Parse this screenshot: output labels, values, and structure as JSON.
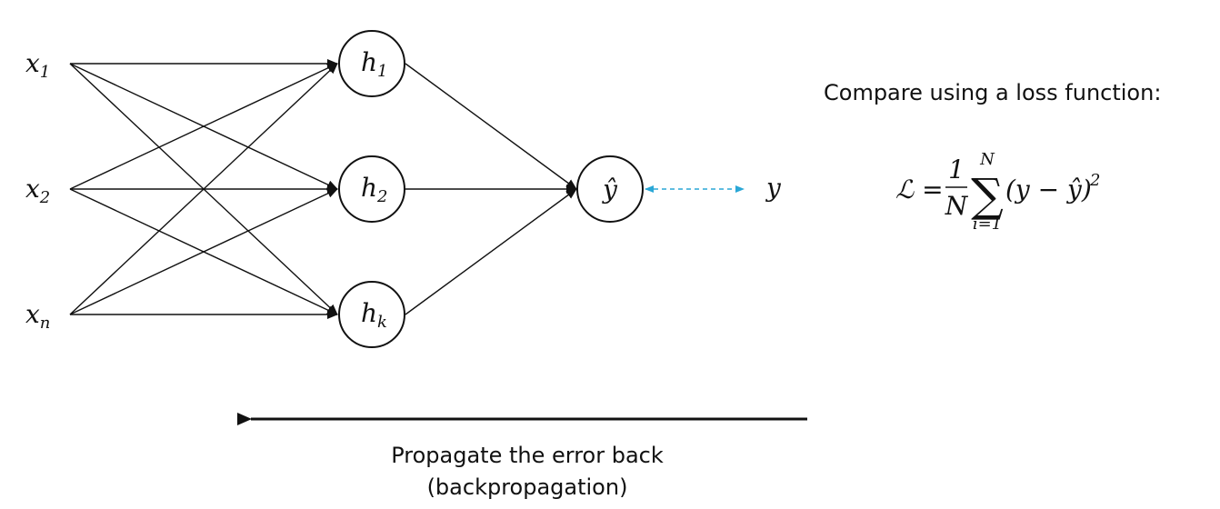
{
  "inputs": [
    {
      "base": "x",
      "sub": "1"
    },
    {
      "base": "x",
      "sub": "2"
    },
    {
      "base": "x",
      "sub": "n"
    }
  ],
  "hidden": [
    {
      "base": "h",
      "sub": "1"
    },
    {
      "base": "h",
      "sub": "2"
    },
    {
      "base": "h",
      "sub": "k"
    }
  ],
  "output": {
    "label": "ŷ"
  },
  "target": {
    "label": "y"
  },
  "loss": {
    "title": "Compare using a loss function:",
    "lhs": "ℒ =",
    "frac_num": "1",
    "frac_den": "N",
    "sum_upper": "N",
    "sum_lower": "i=1",
    "sum_symbol": "∑",
    "term": "(y − ŷ)",
    "exponent": "2"
  },
  "backprop": {
    "line1": "Propagate the error back",
    "line2": "(backpropagation)"
  },
  "colors": {
    "line": "#111111",
    "compare_arrow": "#2aa7d6"
  }
}
